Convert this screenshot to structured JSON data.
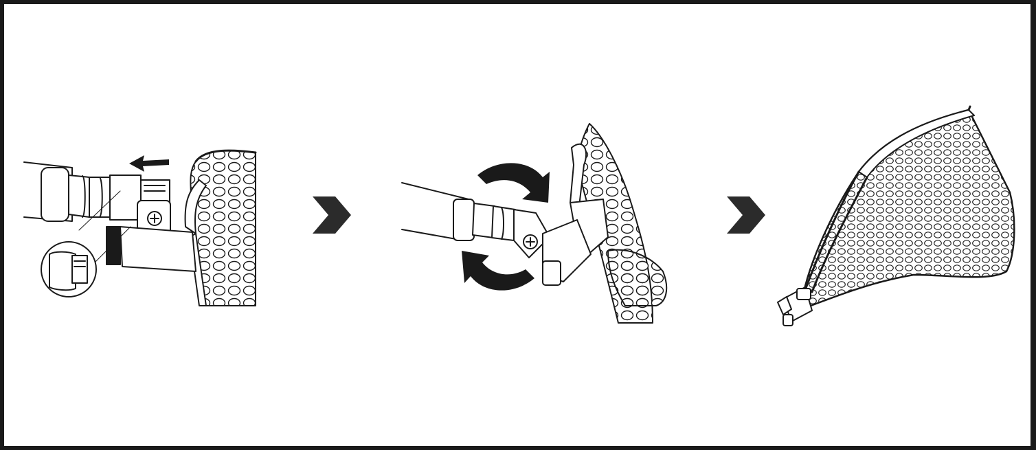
{
  "diagram": {
    "steps": [
      {
        "id": "step-1",
        "action": "slide-collar-back",
        "icon": "arrow-left-icon"
      },
      {
        "id": "step-2",
        "action": "rotate-joint",
        "icon": "rotate-arrows-icon"
      },
      {
        "id": "step-3",
        "action": "net-folded-open",
        "icon": "net-icon"
      }
    ],
    "separators": [
      "chevron-right-icon",
      "chevron-right-icon"
    ],
    "colors": {
      "ink": "#1a1a1a",
      "chevron": "#2b2b2b",
      "background": "#ffffff",
      "frame": "#1a1a1a"
    }
  }
}
